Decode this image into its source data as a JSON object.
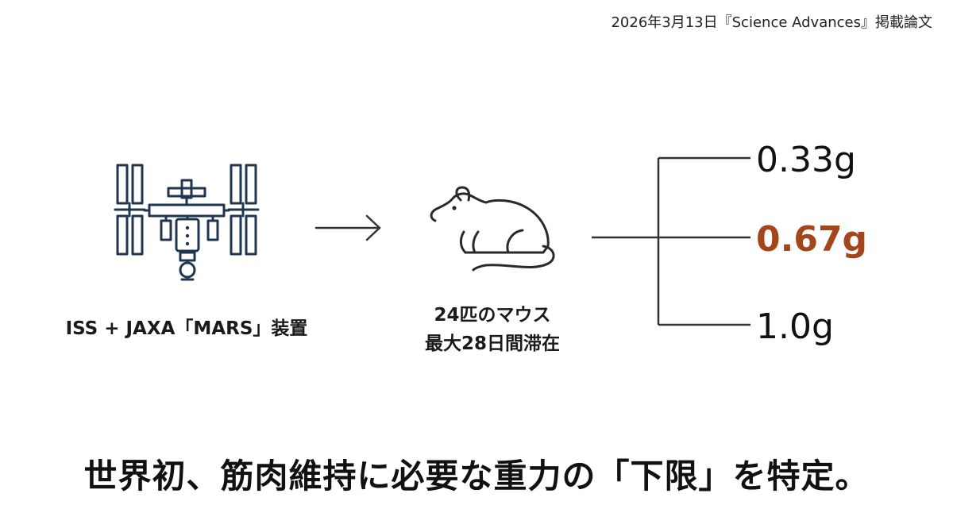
{
  "header": {
    "publication_note": "2026年3月13日『Science Advances』掲載論文"
  },
  "iss": {
    "icon": "space-station-icon",
    "caption": "ISS + JAXA「MARS」装置"
  },
  "arrow": {
    "icon": "arrow-right-icon"
  },
  "mouse": {
    "icon": "mouse-icon",
    "caption_line1": "24匹のマウス",
    "caption_line2": "最大28日間滞在"
  },
  "gravity_levels": [
    {
      "label": "0.33g",
      "highlighted": false
    },
    {
      "label": "0.67g",
      "highlighted": true
    },
    {
      "label": "1.0g",
      "highlighted": false
    }
  ],
  "colors": {
    "icon_stroke": "#1f3550",
    "highlight": "#a3461c",
    "text": "#111111"
  },
  "headline": "世界初、筋肉維持に必要な重力の「下限」を特定。"
}
